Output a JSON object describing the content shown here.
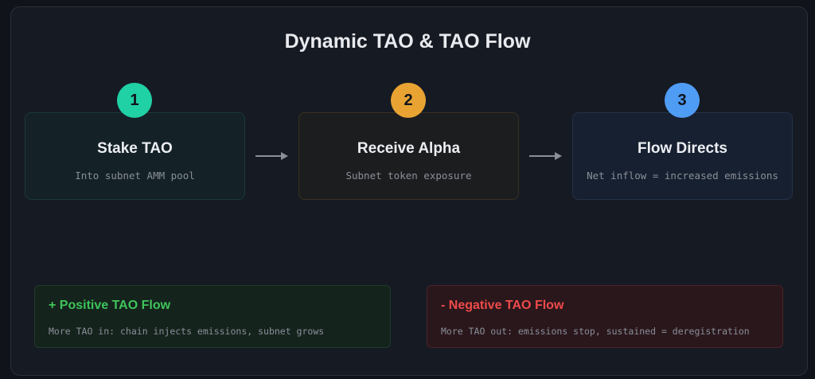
{
  "title": "Dynamic TAO & TAO Flow",
  "steps": [
    {
      "number": "1",
      "title": "Stake TAO",
      "subtitle": "Into subnet AMM pool",
      "color": "#1fd1a5"
    },
    {
      "number": "2",
      "title": "Receive Alpha",
      "subtitle": "Subnet token exposure",
      "color": "#e8a332"
    },
    {
      "number": "3",
      "title": "Flow Directs",
      "subtitle": "Net inflow = increased emissions",
      "color": "#4f9cf5"
    }
  ],
  "flows": [
    {
      "title": "+ Positive TAO Flow",
      "text": "More TAO in: chain injects emissions, subnet grows",
      "color": "#3ec45a"
    },
    {
      "title": "- Negative TAO Flow",
      "text": "More TAO out: emissions stop, sustained = deregistration",
      "color": "#ef4a4a"
    }
  ]
}
